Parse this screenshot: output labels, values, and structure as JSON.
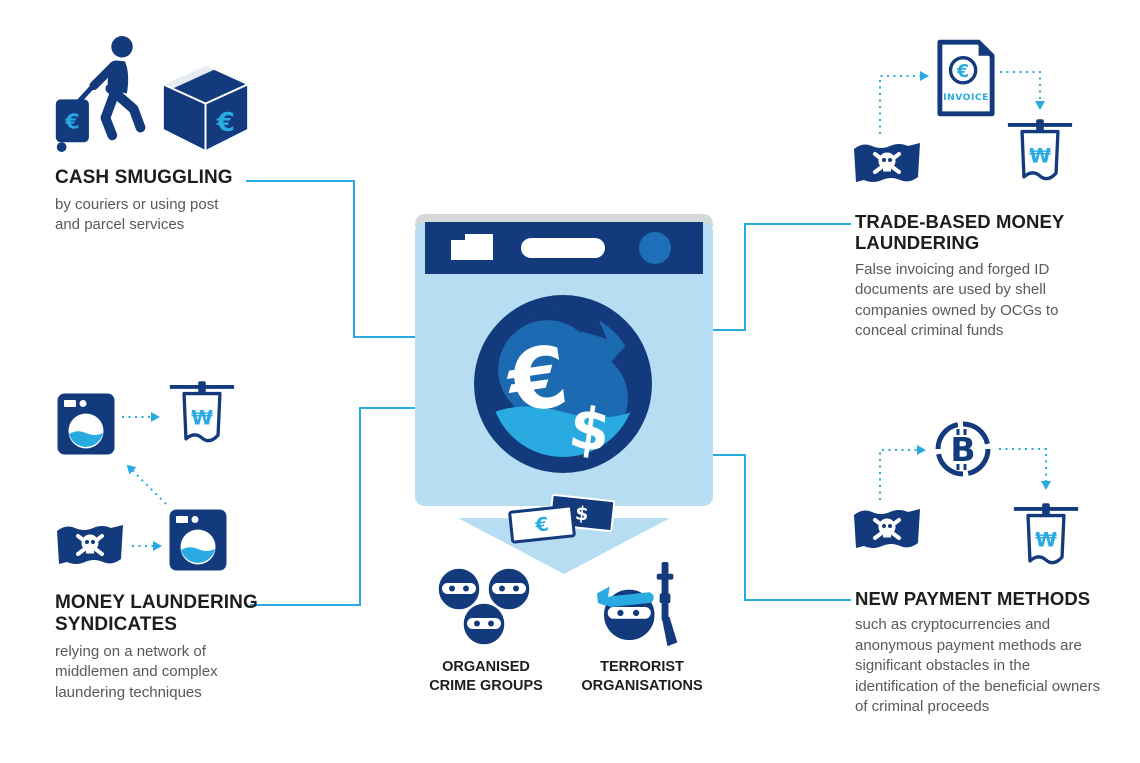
{
  "palette": {
    "navy": "#123a7d",
    "mid_blue": "#1d6fb8",
    "drum_blue": "#1c6bb2",
    "cyan": "#29abe2",
    "pale_blue": "#b7ddf2",
    "machine_top_gray": "#d5d7d8",
    "heading": "#1d1d1b",
    "body_text": "#58595b"
  },
  "sections": {
    "cash_smuggling": {
      "title": "CASH SMUGGLING",
      "description": "by couriers or using post and parcel services"
    },
    "money_laundering_syndicates": {
      "title": "MONEY LAUNDERING SYNDICATES",
      "description": "relying on a network of middlemen and complex laundering techniques"
    },
    "trade_based_money_laundering": {
      "title": "TRADE-BASED MONEY LAUNDERING",
      "description": "False invoicing and forged ID documents are used by shell companies owned by OCGs to conceal criminal funds"
    },
    "new_payment_methods": {
      "title": "NEW PAYMENT METHODS",
      "description": "such as cryptocurrencies and anonymous payment methods are significant obstacles in the identification of the beneficial owners of criminal proceeds"
    }
  },
  "outputs": {
    "organised_crime_groups": "ORGANISED CRIME GROUPS",
    "terrorist_organisations": "TERRORIST ORGANISATIONS"
  },
  "symbols": {
    "euro": "€",
    "dollar": "$",
    "generic_currency": "₩",
    "bitcoin": "B",
    "invoice_label": "INVOICE"
  }
}
